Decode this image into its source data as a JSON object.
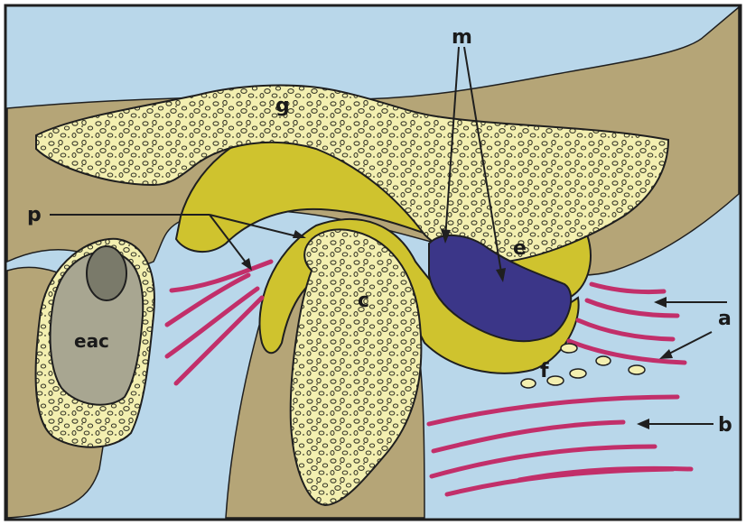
{
  "labels": {
    "g": "g",
    "m": "m",
    "p": "p",
    "e": "e",
    "c": "c",
    "eac": "eac",
    "a": "a",
    "f": "f",
    "b": "b"
  },
  "colors": {
    "background": "#b9d7ea",
    "soft_tissue": "#b5a577",
    "bone": "#f3efb0",
    "disc": "#cfc32e",
    "posterior_band": "#3b3688",
    "eac_canal": "#a8a691",
    "eac_dark": "#7a7a6a",
    "fibers": "#c22f6a",
    "outline": "#1f1f1f"
  }
}
